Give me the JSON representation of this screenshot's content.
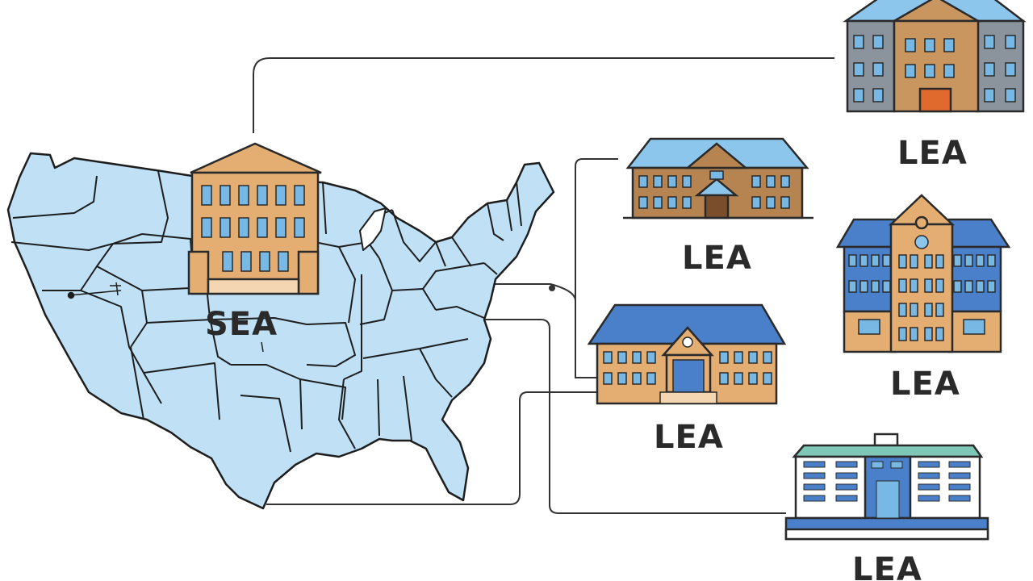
{
  "sea": {
    "label": "SEA"
  },
  "leas": [
    {
      "label": "LEA"
    },
    {
      "label": "LEA"
    },
    {
      "label": "LEA"
    },
    {
      "label": "LEA"
    },
    {
      "label": "LEA"
    }
  ],
  "colors": {
    "map_fill": "#bfe0f5",
    "outline": "#1e1e1e",
    "building_tan": "#e4ae72",
    "building_brown": "#b58450",
    "roof_blue": "#8cc6ec",
    "roof_dark_blue": "#4a80c9",
    "wall_gray": "#8b939c",
    "window_blue": "#78b8e4",
    "connector": "#333333"
  }
}
